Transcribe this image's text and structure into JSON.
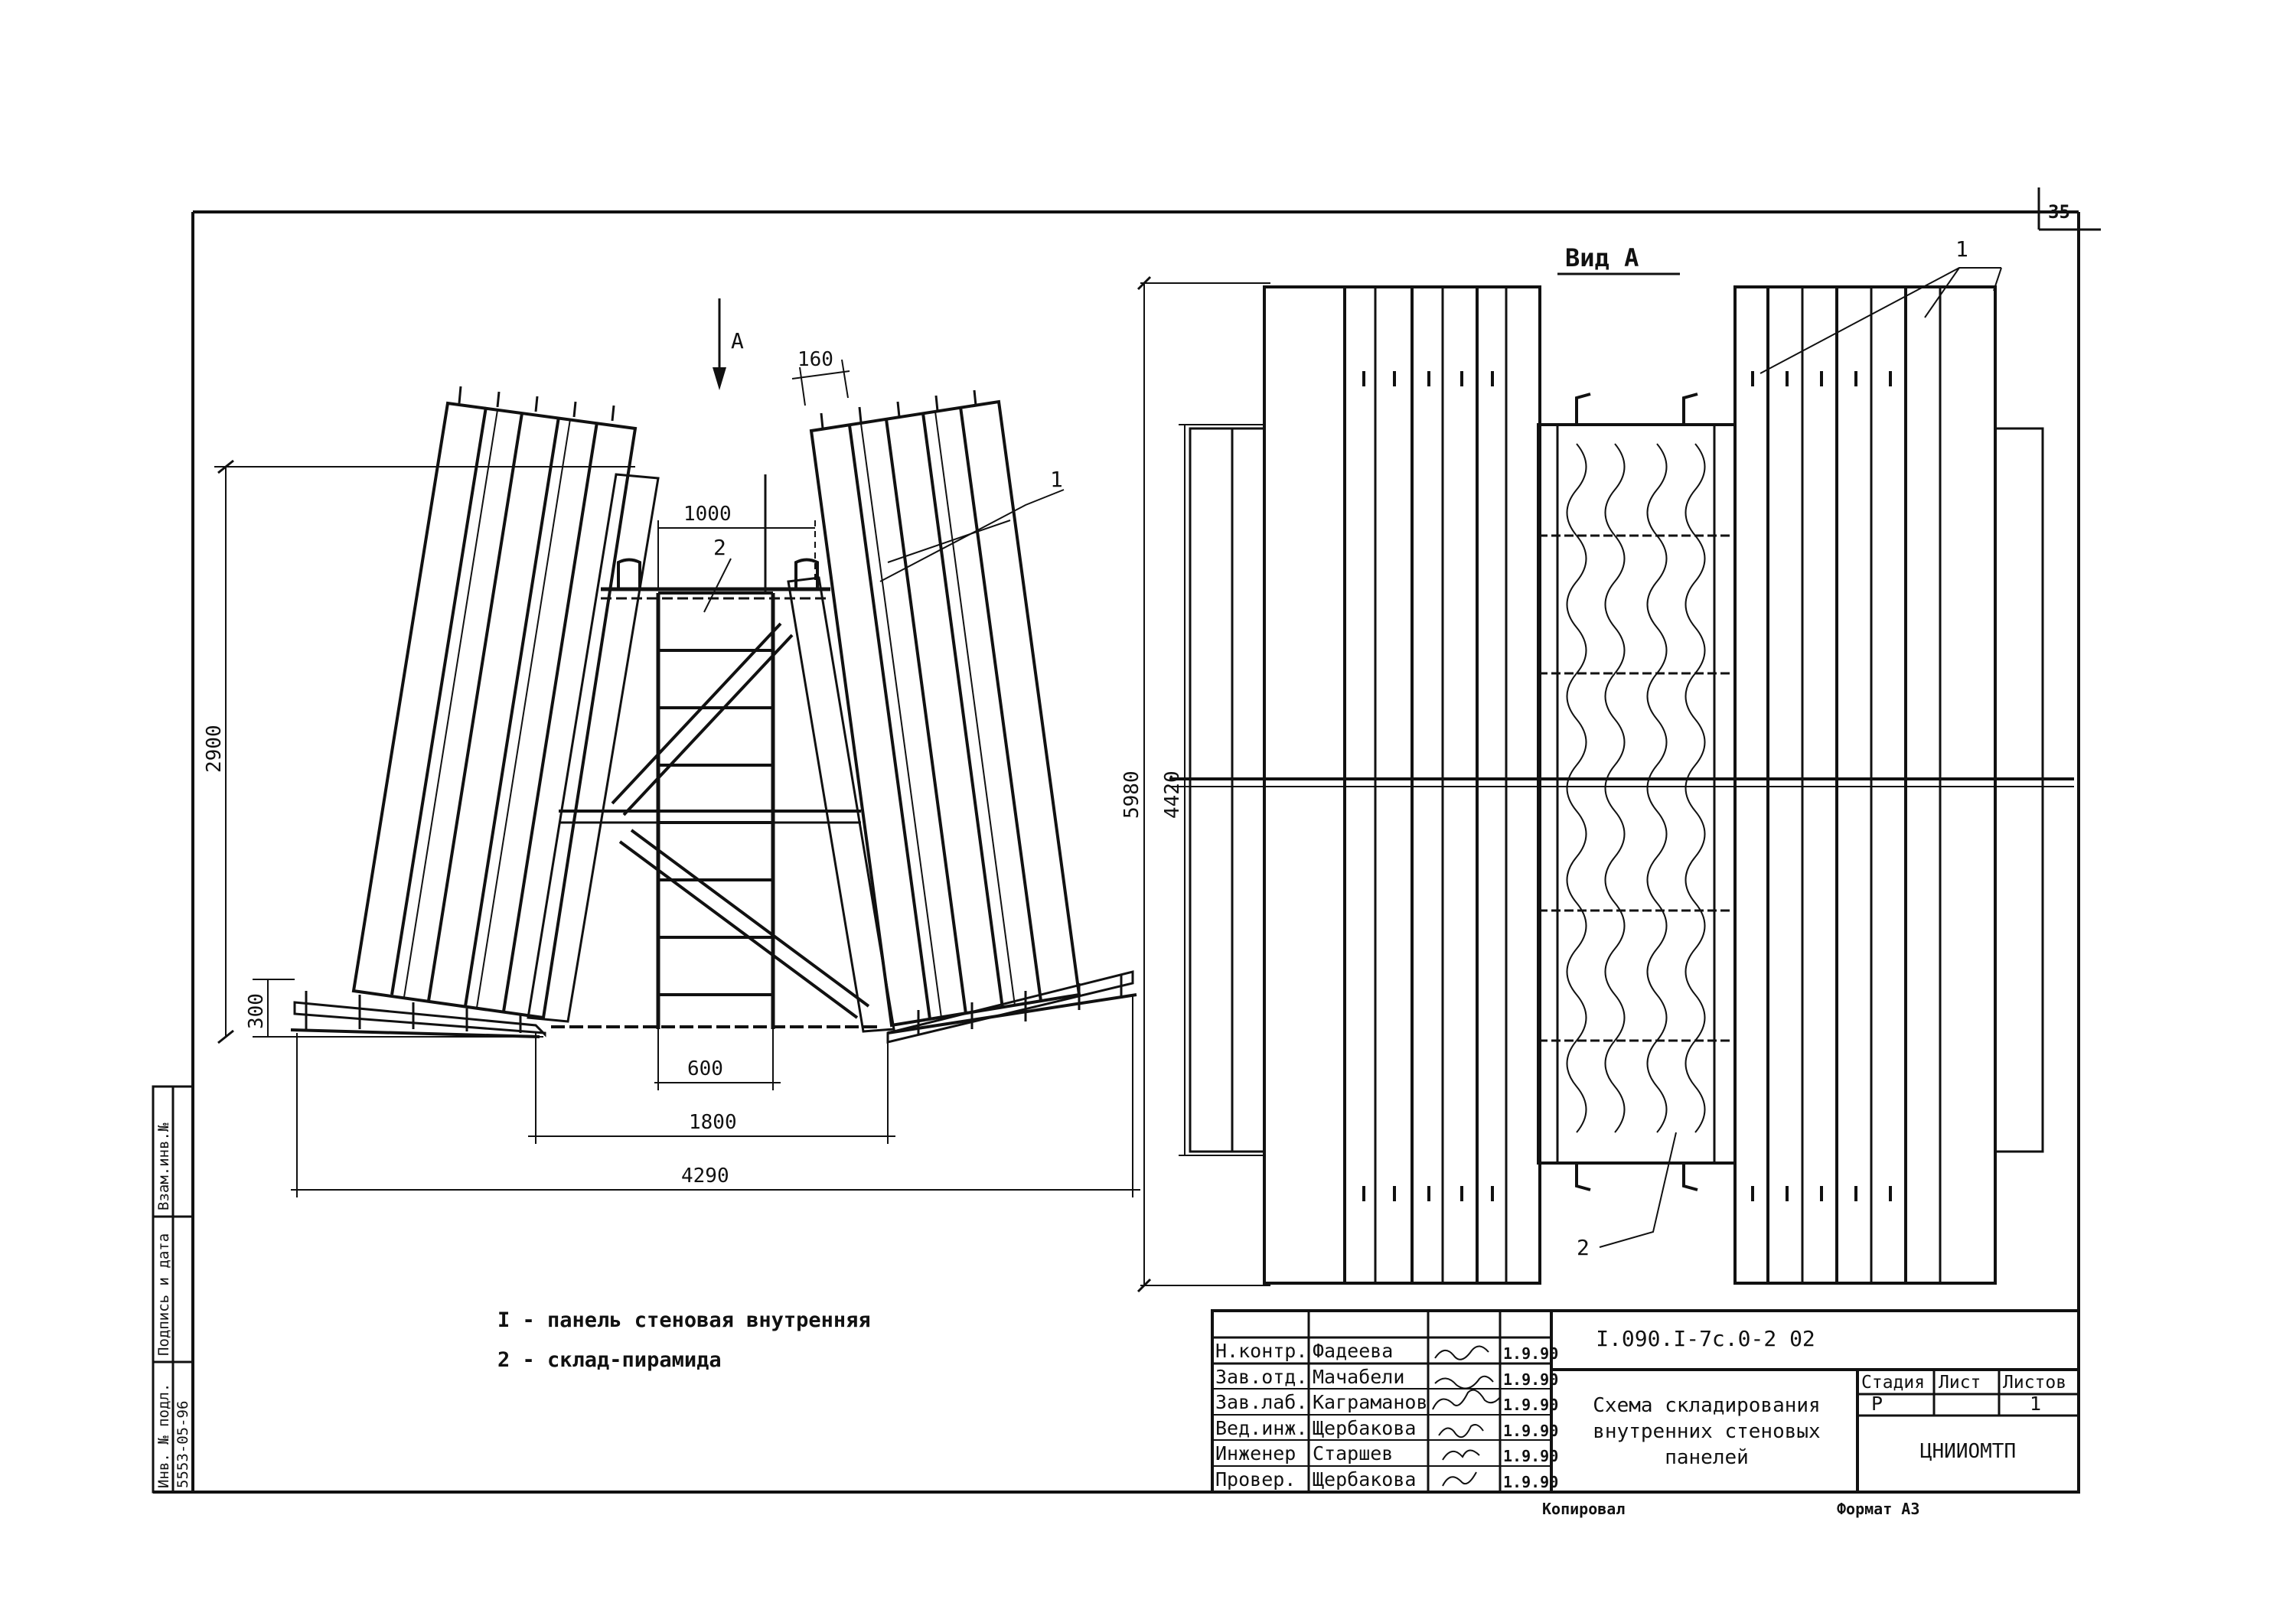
{
  "sheet": {
    "page_number": "35",
    "view_label": "Вид А",
    "arrow_label": "А"
  },
  "dimensions": {
    "d160": "160",
    "d1000": "1000",
    "d2900": "2900",
    "d300": "300",
    "d600": "600",
    "d1800": "1800",
    "d4290": "4290",
    "d5980": "5980",
    "d4420": "4420"
  },
  "callouts": {
    "left_1": "1",
    "left_2": "2",
    "right_1": "1",
    "right_2": "2"
  },
  "legend": {
    "item1": "I - панель стеновая внутренняя",
    "item2": "2 - склад-пирамида"
  },
  "title_block": {
    "doc_code": "I.090.I-7с.0-2 02",
    "title": "Схема складирования внутренних стеновых панелей",
    "stage_header": "Стадия",
    "sheet_header": "Лист",
    "sheets_header": "Листов",
    "stage_value": "Р",
    "sheets_value": "1",
    "org": "ЦНИИОМТП",
    "rows": [
      {
        "role": "Н.контр.",
        "name": "Фадеева",
        "date": "1.9.90"
      },
      {
        "role": "Зав.отд.",
        "name": "Мачабели",
        "date": "1.9.90"
      },
      {
        "role": "Зав.лаб.",
        "name": "Каграманов",
        "date": "1.9.90"
      },
      {
        "role": "Вед.инж.",
        "name": "Щербакова",
        "date": "1.9.90"
      },
      {
        "role": "Инженер",
        "name": "Старшев",
        "date": "1.9.90"
      },
      {
        "role": "Провер.",
        "name": "Щербакова",
        "date": "1.9.90"
      }
    ],
    "copied": "Копировал",
    "format": "Формат А3"
  },
  "side_stamp": {
    "col1": "Инв. № подл.",
    "col2": "Подпись и дата",
    "col3": "Взам.инв.№",
    "number": "5553-05-96"
  }
}
